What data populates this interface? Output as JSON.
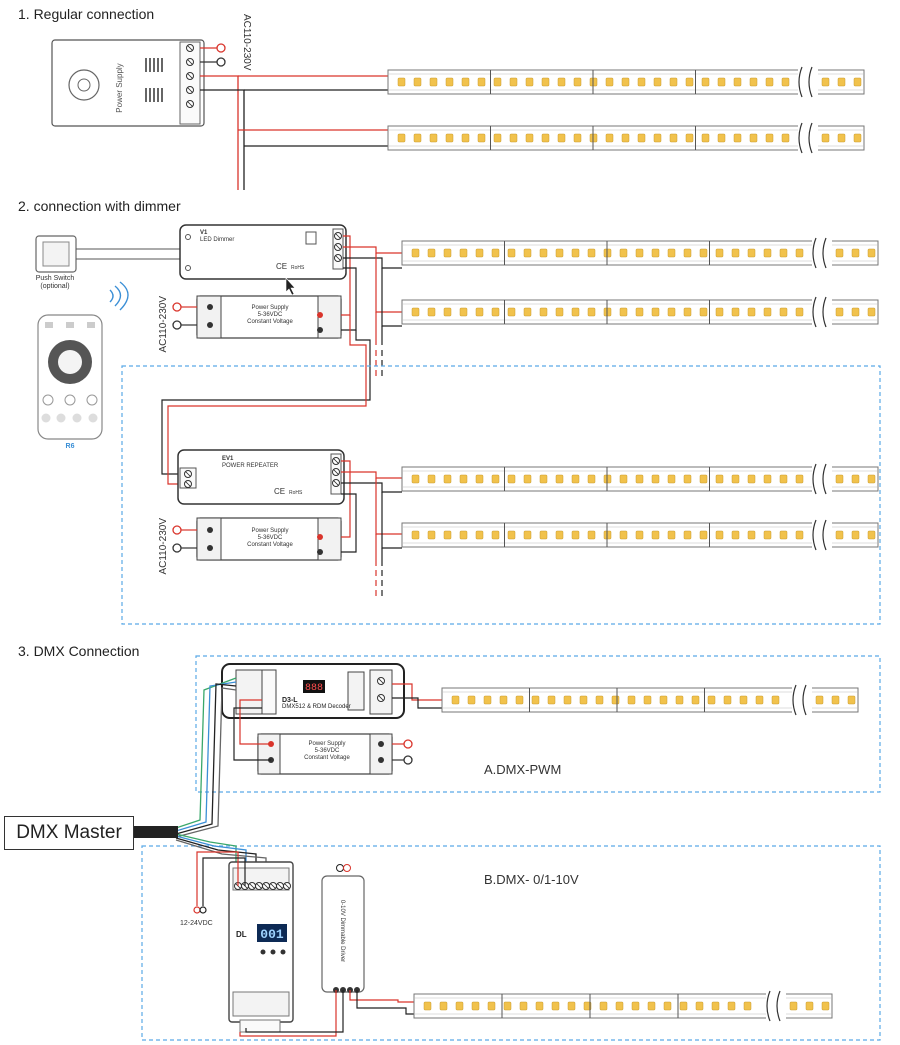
{
  "sections": {
    "regular": {
      "title": "1. Regular connection",
      "ac_label": "AC110-230V"
    },
    "dimmer": {
      "title": "2. connection with dimmer",
      "push_switch": "Push Switch",
      "push_switch_note": "(optional)",
      "remote_label": "R6",
      "ac_label": "AC110-230V"
    },
    "dmx": {
      "title": "3. DMX Connection",
      "master": "DMX Master",
      "pwm_label": "A.DMX-PWM",
      "dim_label": "B.DMX- 0/1-10V",
      "dc_label": "12-24VDC"
    }
  },
  "devices": {
    "power_supply_top": "Power Supply",
    "v1_name": "V1",
    "v1_desc": "LED Dimmer",
    "ev1_name": "EV1",
    "ev1_desc": "POWER REPEATER",
    "psu_line1": "Power Supply",
    "psu_line2": "5-36VDC",
    "psu_line3": "Constant Voltage",
    "rohs": "RoHS",
    "ce": "CE",
    "d3l_name": "D3-L",
    "d3l_desc": "DMX512 & RDM Decoder",
    "d3l_display": "888",
    "dl_name": "DL",
    "dl_display": "001",
    "driver_label": "0-10V Dimmable Driver"
  },
  "colors": {
    "live": "#d9342b",
    "neutral": "#222222",
    "dmx_green": "#3aa86b",
    "dmx_blue": "#3b8fd6",
    "dashed_box": "#5aa9e6",
    "led": "#f1c24c",
    "strip_border": "#777777"
  }
}
